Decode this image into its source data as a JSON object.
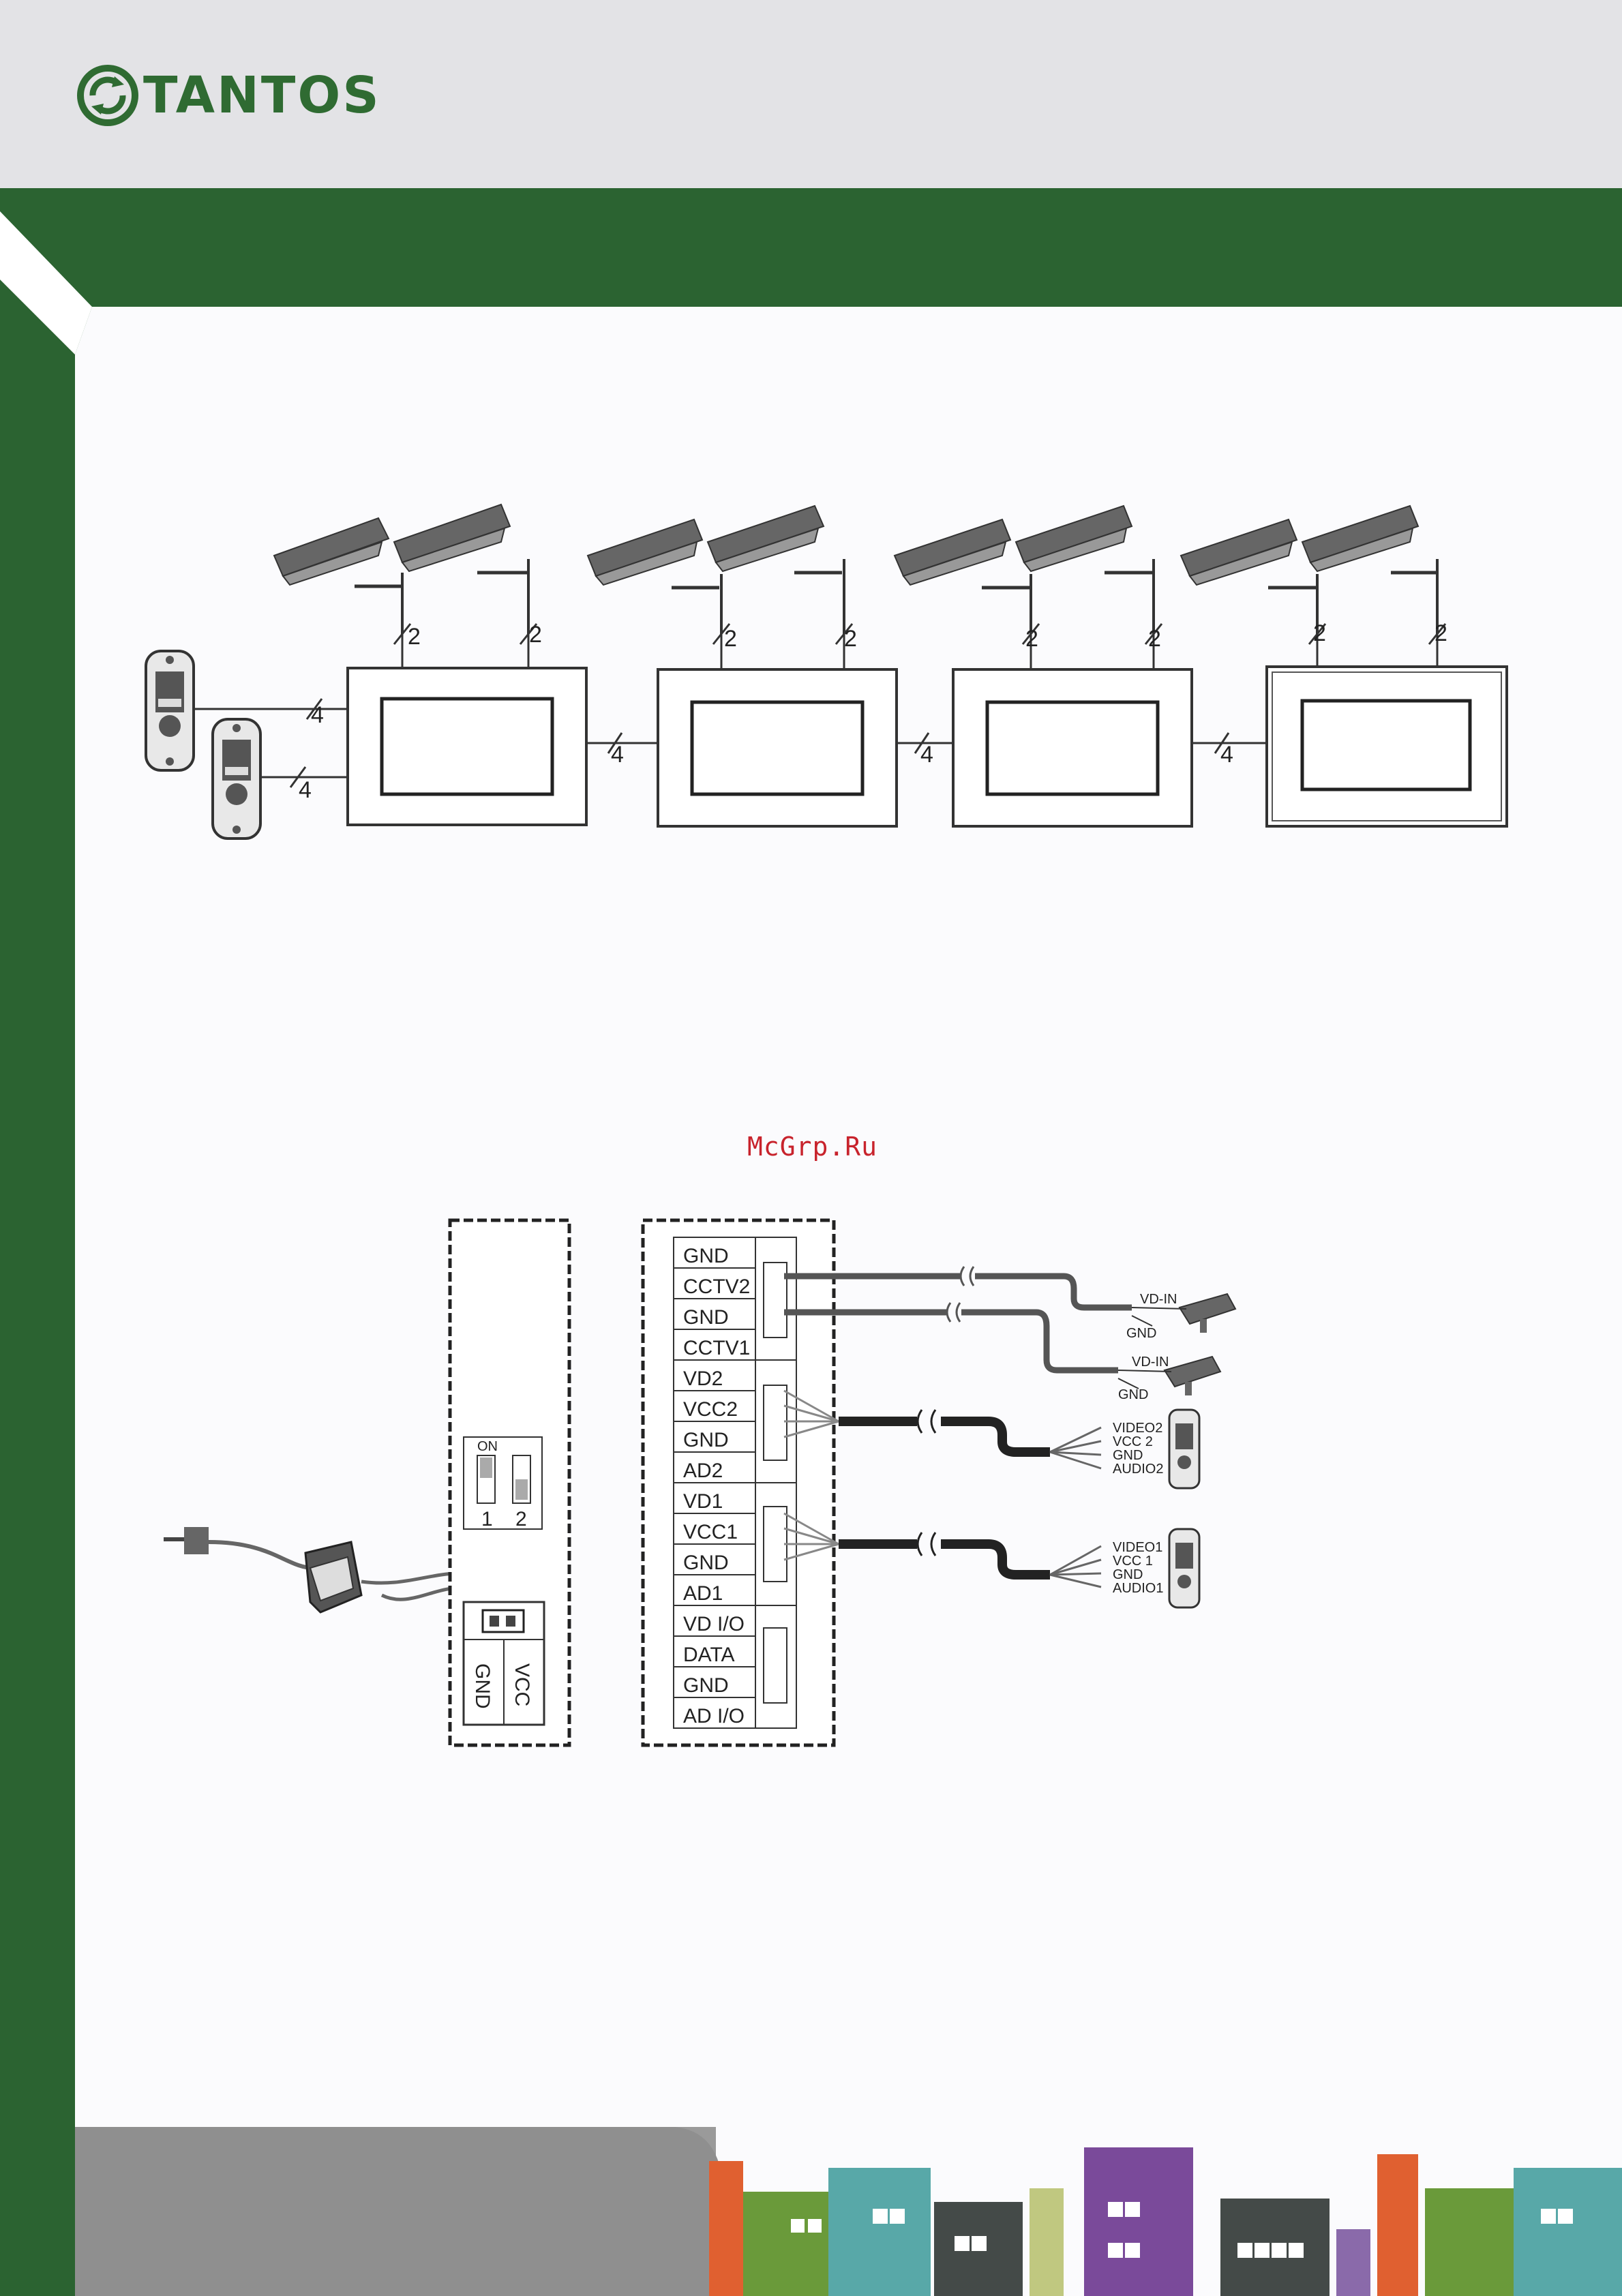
{
  "header": {
    "brand_name": "TANTOS",
    "brand_color": "#2f6b32",
    "band_color": "#e3e3e6",
    "bar_color": "#2b6331"
  },
  "watermark": {
    "text": "McGrp.Ru",
    "color": "#c8232c"
  },
  "system_diagram": {
    "outdoor_panel_wires": [
      "4",
      "4"
    ],
    "monitor_link_wires": [
      "4",
      "4",
      "4"
    ],
    "camera_wires": [
      "2",
      "2",
      "2",
      "2",
      "2",
      "2",
      "2",
      "2"
    ],
    "monitors_count": 4
  },
  "wiring_diagram": {
    "dip_switch": {
      "on_label": "ON",
      "switch_labels": [
        "1",
        "2"
      ]
    },
    "power_terminals": [
      "GND",
      "VCC"
    ],
    "terminal_labels": [
      "GND",
      "CCTV2",
      "GND",
      "CCTV1",
      "VD2",
      "VCC2",
      "GND",
      "AD2",
      "VD1",
      "VCC1",
      "GND",
      "AD1",
      "VD I/O",
      "DATA",
      "GND",
      "AD I/O"
    ],
    "camera_connections": [
      {
        "signal": "VD-IN",
        "ground": "GND"
      },
      {
        "signal": "VD-IN",
        "ground": "GND"
      }
    ],
    "panel2_wires": [
      "VIDEO2",
      "VCC 2",
      "GND",
      "AUDIO2"
    ],
    "panel1_wires": [
      "VIDEO1",
      "VCC 1",
      "GND",
      "AUDIO1"
    ]
  }
}
